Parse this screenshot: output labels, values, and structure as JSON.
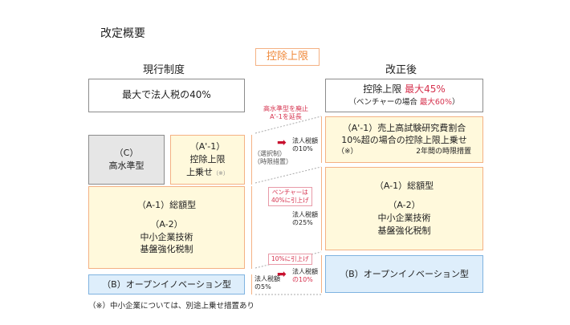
{
  "title": "改定概要",
  "center_label": "控除上限",
  "left_header": "現行制度",
  "right_header": "改正後",
  "left": {
    "top": "最大で法人税の40%",
    "c_box": {
      "line1": "（C）",
      "line2": "高水準型"
    },
    "a1p_box": {
      "line1": "（A'-1）",
      "line2": "控除上限",
      "line3": "上乗せ",
      "note": "（※）"
    },
    "a1_box": {
      "line1": "（A-1）総額型",
      "line2": "（A-2）",
      "line3": "中小企業技術",
      "line4": "基盤強化税制"
    },
    "b_box": "（B）オープンイノベーション型"
  },
  "right": {
    "top": {
      "line1": "控除上限 ",
      "line1_red": "最大45%",
      "line2": "（ベンチャーの場合 ",
      "line2_red": "最大60%",
      "line2_end": "）"
    },
    "a1p_box": {
      "line1": "（A'-1）売上高試験研究費割合",
      "line2": "10%超の場合の控除上限上乗せ",
      "note": "（※）",
      "period": "2年間の時限措置"
    },
    "a1_box": {
      "line1": "（A-1）総額型",
      "line2": "（A-2）",
      "line3": "中小企業技術",
      "line4": "基盤強化税制"
    },
    "b_box": "（B）オープンイノベーション型"
  },
  "middle": {
    "abolish_line1": "高水準型を廃止",
    "abolish_line2": "A'-1を延長",
    "selection_line1": "（選択制）",
    "selection_line2": "（時限措置）",
    "tax10_line1": "法人税額",
    "tax10_line2": "の10%",
    "venture_line1": "ベンチャーは",
    "venture_line2": "40%に引上げ",
    "tax25_line1": "法人税額",
    "tax25_line2": "の25%",
    "raise10": "10%に引上げ",
    "tax5_line1": "法人税額",
    "tax5_line2": "の5%",
    "taxnew_line1": "法人税額",
    "taxnew_line2": "の10%"
  },
  "footnote": "（※）中小企業については、別途上乗せ措置あり",
  "colors": {
    "accent_red": "#d6334f",
    "orange": "#f4b183",
    "yellow_fill": "#fff9dc",
    "blue_fill": "#deeefb"
  }
}
